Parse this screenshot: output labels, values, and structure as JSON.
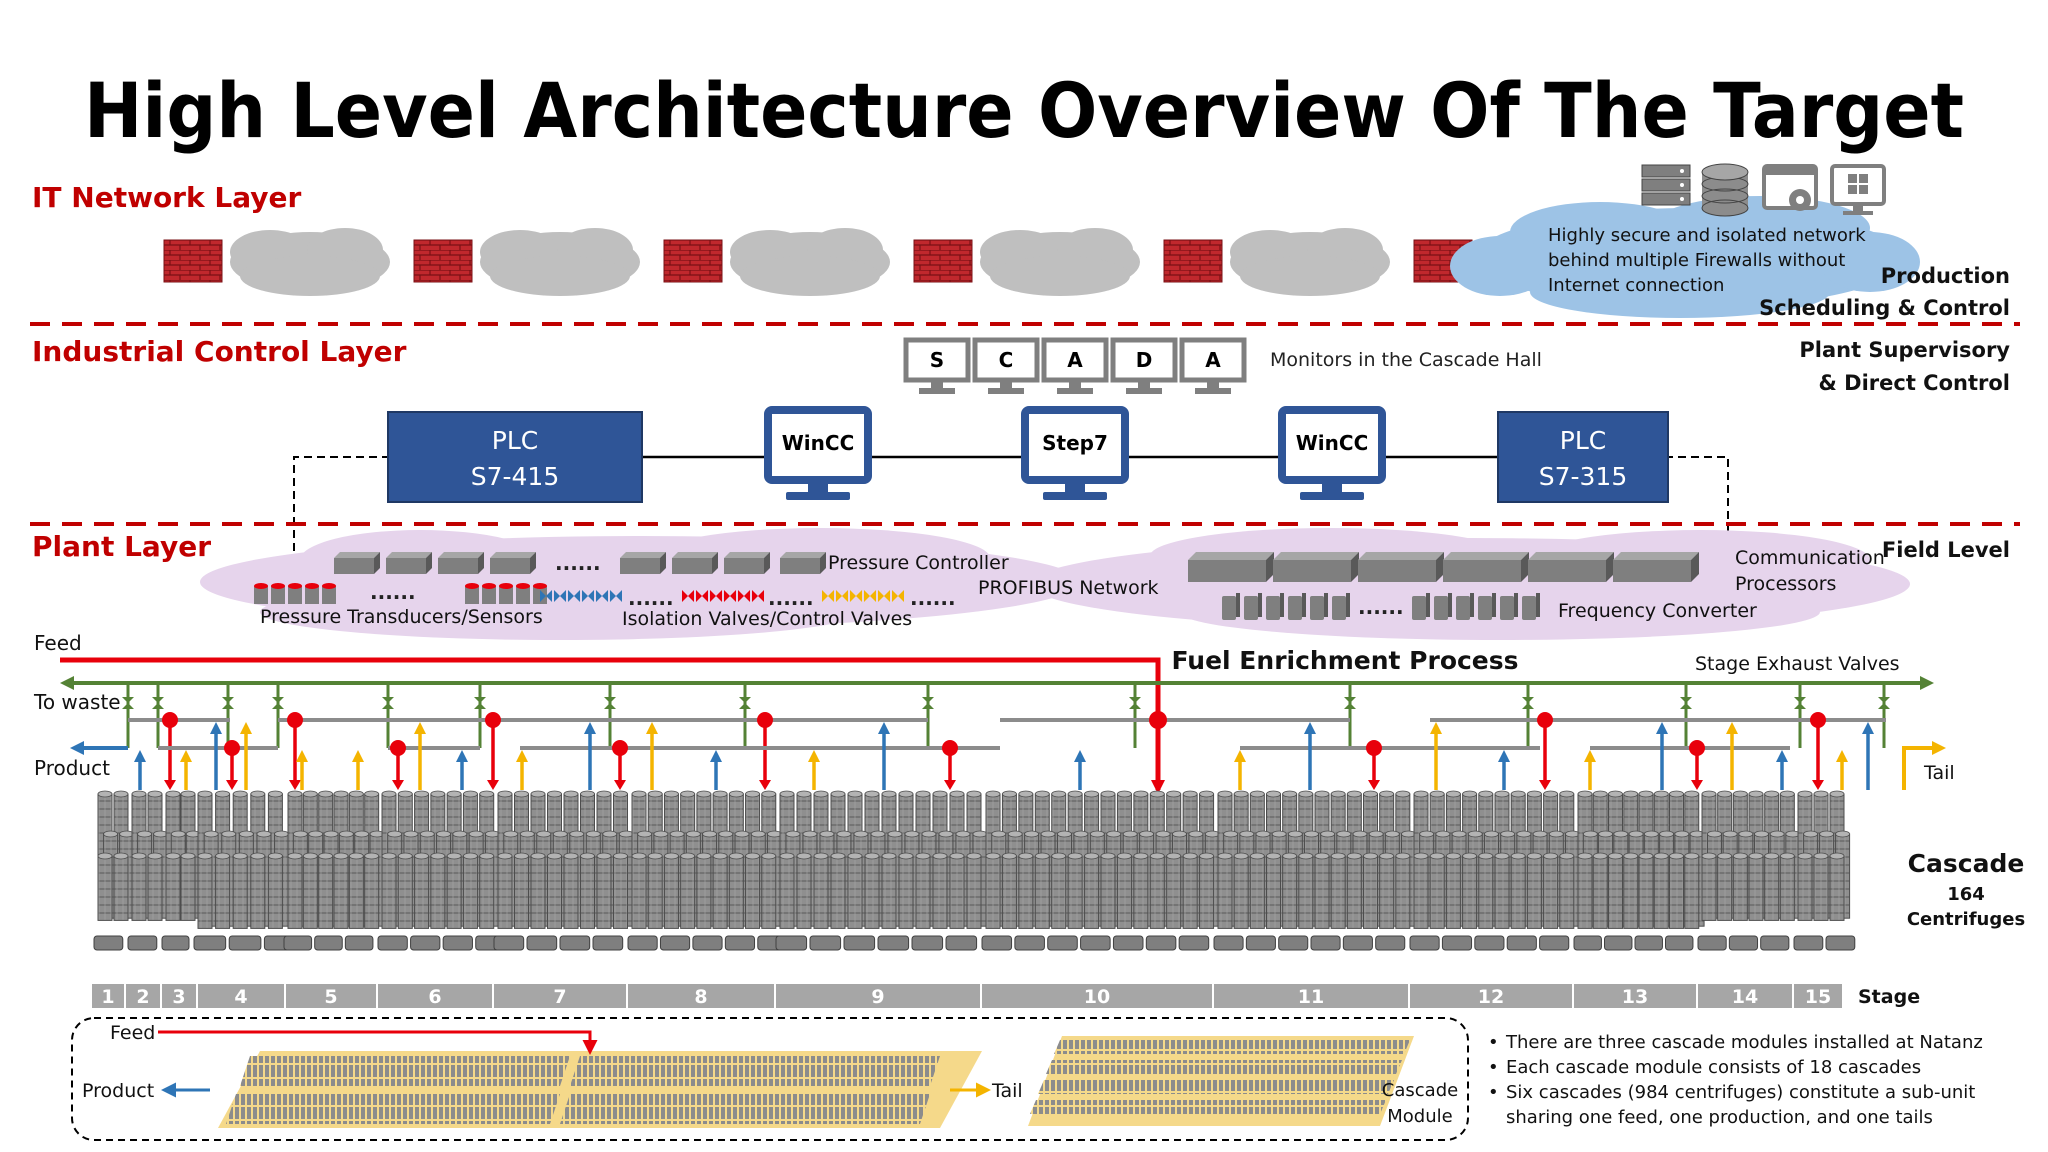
{
  "title": "High Level Architecture Overview Of The Target",
  "layers": {
    "it": "IT Network Layer",
    "ics": "Industrial Control Layer",
    "plant": "Plant Layer"
  },
  "it_cloud_text": [
    "Highly secure and isolated network",
    "behind multiple Firewalls without",
    "Internet connection"
  ],
  "right_labels": {
    "production": [
      "Production",
      "Scheduling & Control"
    ],
    "supervisory": [
      "Plant Supervisory",
      "& Direct Control"
    ],
    "field": "Field Level"
  },
  "scada": {
    "letters": [
      "S",
      "C",
      "A",
      "D",
      "A"
    ],
    "caption": "Monitors in the Cascade Hall"
  },
  "plc_left": [
    "PLC",
    "S7-415"
  ],
  "plc_right": [
    "PLC",
    "S7-315"
  ],
  "monitors": [
    "WinCC",
    "Step7",
    "WinCC"
  ],
  "field": {
    "pressure_controller": "Pressure Controller",
    "profibus": "PROFIBUS Network",
    "sensors": "Pressure Transducers/Sensors",
    "valves": "Isolation Valves/Control Valves",
    "comm": [
      "Communication",
      "Processors"
    ],
    "freq": "Frequency Converter",
    "dots": "......"
  },
  "process": {
    "title": "Fuel Enrichment Process",
    "feed": "Feed",
    "waste": "To waste",
    "product": "Product",
    "tail": "Tail",
    "exhaust": "Stage Exhaust Valves"
  },
  "cascade": {
    "title": "Cascade",
    "count": "164",
    "unit": "Centrifuges"
  },
  "stages": {
    "label": "Stage",
    "items": [
      "1",
      "2",
      "3",
      "4",
      "5",
      "6",
      "7",
      "8",
      "9",
      "10",
      "11",
      "12",
      "13",
      "14",
      "15"
    ]
  },
  "module": {
    "feed": "Feed",
    "product": "Product",
    "tail": "Tail",
    "label": [
      "Cascade",
      "Module"
    ]
  },
  "notes": [
    "There are three cascade modules installed at Natanz",
    "Each cascade module consists of 18 cascades",
    "Six cascades (984 centrifuges) constitute a sub-unit",
    "sharing one feed, one production, and one tails"
  ],
  "colors": {
    "red": "#c00000",
    "plc_blue": "#2f5597",
    "green": "#548235",
    "flow_red": "#e8000b",
    "blue": "#2e75b6",
    "yellow": "#f4b400",
    "cloud_gray": "#bfbfbf",
    "cloud_blue": "#9dc3e6",
    "purple": "#e6d4ec"
  }
}
